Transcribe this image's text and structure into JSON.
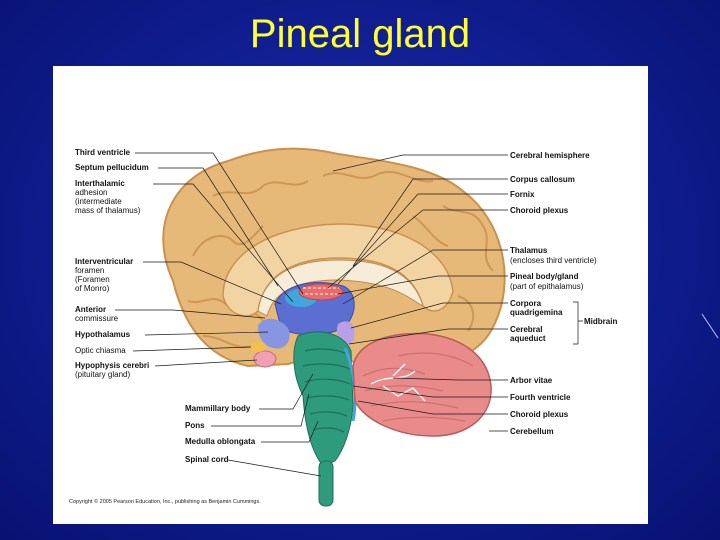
{
  "slide": {
    "title": "Pineal gland"
  },
  "figure": {
    "labels_left": [
      {
        "key": "third_ventricle",
        "text": "Third ventricle",
        "bold": true
      },
      {
        "key": "septum",
        "text": "Septum pellucidum",
        "bold": true
      },
      {
        "key": "interthalamic",
        "lines": [
          "Interthalamic",
          "adhesion",
          "(intermediate",
          "mass of thalamus)"
        ],
        "bold_first": true
      },
      {
        "key": "interventricular",
        "lines": [
          "Interventricular",
          "foramen",
          "(Foramen",
          "of Monro)"
        ],
        "bold_first": true
      },
      {
        "key": "anterior_commissure",
        "lines": [
          "Anterior",
          "commissure"
        ],
        "bold_first": true
      },
      {
        "key": "hypothalamus",
        "text": "Hypothalamus",
        "bold": true
      },
      {
        "key": "optic_chiasma",
        "text": "Optic chiasma",
        "bold": false
      },
      {
        "key": "hypophysis",
        "lines": [
          "Hypophysis cerebri",
          "(pituitary gland)"
        ],
        "bold_first": true
      },
      {
        "key": "mammillary",
        "text": "Mammillary body",
        "bold": true
      },
      {
        "key": "pons",
        "text": "Pons",
        "bold": true
      },
      {
        "key": "medulla",
        "text": "Medulla oblongata",
        "bold": true
      },
      {
        "key": "spinal_cord",
        "text": "Spinal cord",
        "bold": true
      }
    ],
    "labels_right": [
      {
        "key": "cerebral_hemisphere",
        "text": "Cerebral hemisphere"
      },
      {
        "key": "corpus_callosum",
        "text": "Corpus callosum"
      },
      {
        "key": "fornix",
        "text": "Fornix"
      },
      {
        "key": "choroid_plexus_top",
        "text": "Choroid plexus"
      },
      {
        "key": "thalamus",
        "text": "Thalamus"
      },
      {
        "key": "thalamus_sub",
        "text": "(encloses third ventricle)"
      },
      {
        "key": "pineal",
        "text": "Pineal body/gland"
      },
      {
        "key": "pineal_sub",
        "text": "(part of epithalamus)"
      },
      {
        "key": "corpora",
        "lines": [
          "Corpora",
          "quadrigemina"
        ]
      },
      {
        "key": "cerebral_aqueduct",
        "lines": [
          "Cerebral",
          "aqueduct"
        ]
      },
      {
        "key": "midbrain",
        "text": "Midbrain"
      },
      {
        "key": "arbor_vitae",
        "text": "Arbor vitae"
      },
      {
        "key": "fourth_ventricle",
        "text": "Fourth ventricle"
      },
      {
        "key": "choroid_plexus_bottom",
        "text": "Choroid plexus"
      },
      {
        "key": "cerebellum",
        "text": "Cerebellum"
      }
    ],
    "copyright": "Copyright © 2005 Pearson Education, Inc., publishing as Benjamin Cummings.",
    "colors": {
      "cortex": "#e7b978",
      "cortex_dark": "#c9914d",
      "ventricle": "#3fa7dc",
      "thalamus": "#5b6ed1",
      "pineal": "#e86a6a",
      "brainstem": "#2e9b7c",
      "cerebellum": "#e98b8a",
      "background": "#0f1d8e",
      "title": "#ffff33"
    }
  }
}
